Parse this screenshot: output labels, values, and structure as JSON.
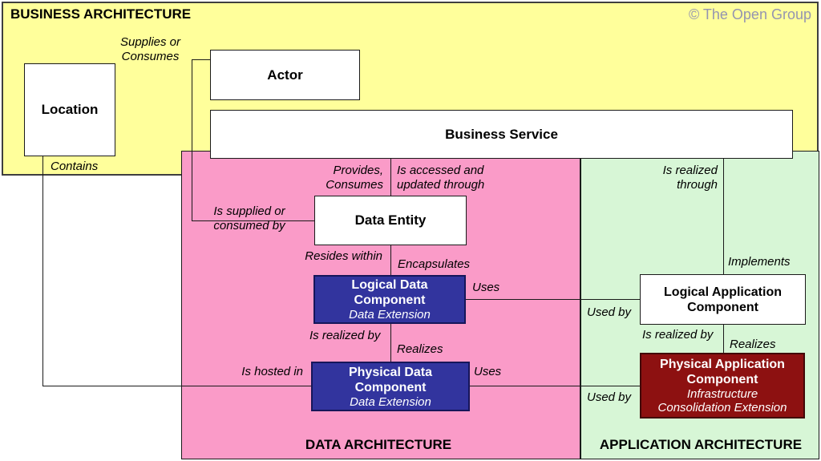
{
  "copyright": "© The Open Group",
  "regions": {
    "business": {
      "title": "BUSINESS ARCHITECTURE"
    },
    "data": {
      "title": "DATA ARCHITECTURE"
    },
    "application": {
      "title": "APPLICATION ARCHITECTURE"
    }
  },
  "nodes": {
    "location": {
      "title": "Location"
    },
    "actor": {
      "title": "Actor"
    },
    "business_service": {
      "title": "Business Service"
    },
    "data_entity": {
      "title": "Data Entity"
    },
    "logical_data_component": {
      "title": "Logical Data\nComponent",
      "subtitle": "Data Extension"
    },
    "physical_data_component": {
      "title": "Physical Data\nComponent",
      "subtitle": "Data Extension"
    },
    "logical_application_component": {
      "title": "Logical Application\nComponent"
    },
    "physical_application_component": {
      "title": "Physical Application\nComponent",
      "subtitle": "Infrastructure\nConsolidation Extension"
    }
  },
  "relationships": {
    "supplies_or_consumes": "Supplies or\nConsumes",
    "contains": "Contains",
    "provides_consumes": "Provides,\nConsumes",
    "is_accessed_and_updated_through": "Is accessed and\nupdated through",
    "is_realized_through": "Is realized\nthrough",
    "is_supplied_or_consumed_by": "Is supplied or\nconsumed by",
    "resides_within": "Resides within",
    "encapsulates": "Encapsulates",
    "uses_logical": "Uses",
    "used_by_logical": "Used by",
    "implements": "Implements",
    "is_realized_by_data": "Is realized by",
    "realizes_data": "Realizes",
    "is_hosted_in": "Is hosted in",
    "uses_physical": "Uses",
    "used_by_physical": "Used by",
    "is_realized_by_app": "Is realized by",
    "realizes_app": "Realizes"
  },
  "colors": {
    "business_bg": "#FFFF9B",
    "data_bg": "#FA9BC8",
    "application_bg": "#D7F6D6",
    "data_component_bg": "#32349E",
    "physical_app_component_bg": "#8D1111",
    "node_bg": "#FFFFFF",
    "copyright_fg": "#9494B0"
  }
}
